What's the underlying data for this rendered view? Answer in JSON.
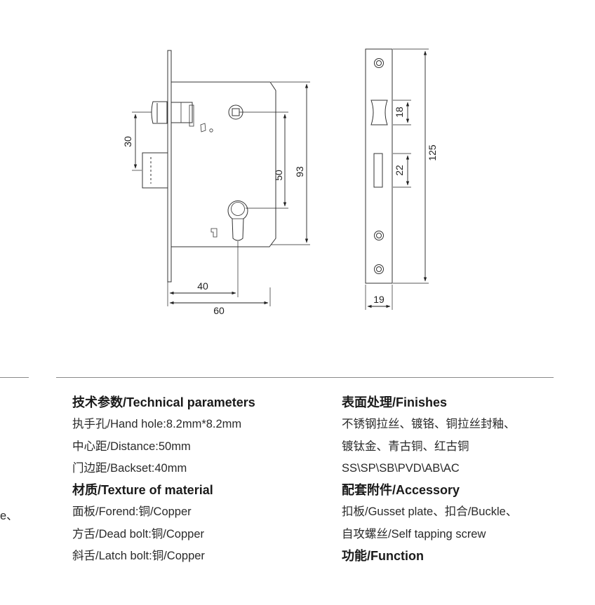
{
  "dimensions": {
    "d30": "30",
    "d50": "50",
    "d93": "93",
    "d40": "40",
    "d60": "60",
    "d18": "18",
    "d22": "22",
    "d125": "125",
    "d19": "19"
  },
  "cut_text": "e、",
  "technical": {
    "heading": "技术参数/Technical parameters",
    "hand_hole": "执手孔/Hand hole:8.2mm*8.2mm",
    "distance": "中心距/Distance:50mm",
    "backset": "门边距/Backset:40mm",
    "material_heading": "材质/Texture of material",
    "forend": "面板/Forend:铜/Copper",
    "dead_bolt": "方舌/Dead bolt:铜/Copper",
    "latch_bolt": "斜舌/Latch bolt:铜/Copper"
  },
  "finishes": {
    "heading": "表面处理/Finishes",
    "line1": "不锈钢拉丝、镀铬、铜拉丝封釉、",
    "line2": "镀钛金、青古铜、红古铜",
    "line3": "SS\\SP\\SB\\PVD\\AB\\AC",
    "accessory_heading": "配套附件/Accessory",
    "accessory1": "扣板/Gusset plate、扣合/Buckle、",
    "accessory2": "自攻螺丝/Self tapping screw",
    "function_heading": "功能/Function"
  }
}
